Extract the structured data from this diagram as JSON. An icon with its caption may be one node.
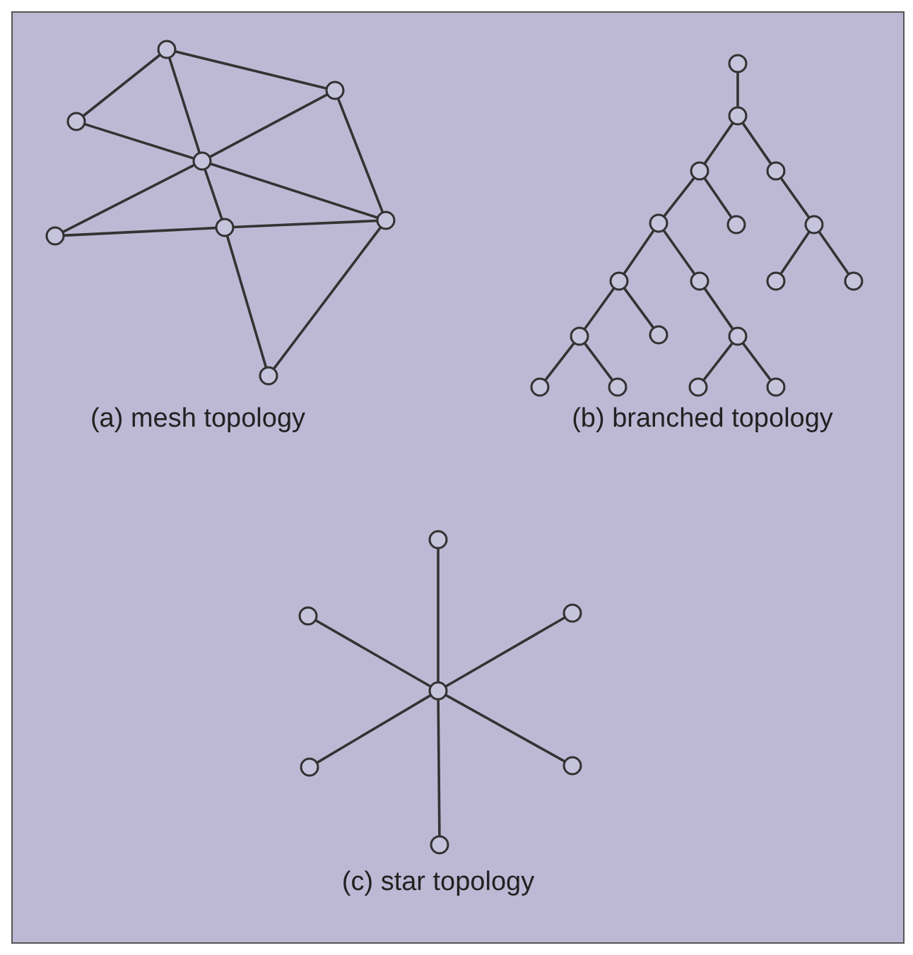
{
  "diagram": {
    "nodes": [
      {
        "text": [],
        "shape": "circle"
      },
      {
        "text": [],
        "shape": "circle"
      },
      {
        "text": [],
        "shape": "circle"
      },
      {
        "text": [],
        "shape": "circle"
      },
      {
        "text": [],
        "shape": "circle"
      },
      {
        "text": [],
        "shape": "circle"
      },
      {
        "text": [],
        "shape": "circle"
      },
      {
        "text": [],
        "shape": "circle"
      },
      {
        "text": [],
        "shape": "circle"
      },
      {
        "text": [],
        "shape": "circle"
      },
      {
        "text": [],
        "shape": "circle"
      },
      {
        "text": [],
        "shape": "circle"
      },
      {
        "text": [],
        "shape": "circle"
      },
      {
        "text": [],
        "shape": "circle"
      },
      {
        "text": [],
        "shape": "circle"
      },
      {
        "text": [],
        "shape": "circle"
      },
      {
        "text": [],
        "shape": "circle"
      },
      {
        "text": [],
        "shape": "circle"
      },
      {
        "text": [],
        "shape": "circle"
      },
      {
        "text": [],
        "shape": "circle"
      },
      {
        "text": [],
        "shape": "circle"
      },
      {
        "text": [],
        "shape": "circle"
      },
      {
        "text": [],
        "shape": "circle"
      },
      {
        "text": [],
        "shape": "circle"
      },
      {
        "text": [],
        "shape": "circle"
      },
      {
        "text": [],
        "shape": "circle"
      },
      {
        "text": [],
        "shape": "circle"
      },
      {
        "text": [],
        "shape": "circle"
      },
      {
        "text": [],
        "shape": "circle"
      },
      {
        "text": [],
        "shape": "circle"
      },
      {
        "text": [],
        "shape": "circle"
      },
      {
        "text": [],
        "shape": "circle"
      },
      {
        "text": [],
        "shape": "circle"
      }
    ],
    "edges": [
      {
        "from": 0,
        "to": 1,
        "arrow": "none"
      },
      {
        "from": 0,
        "to": 2,
        "arrow": "none"
      },
      {
        "from": 0,
        "to": 3,
        "arrow": "none"
      },
      {
        "from": 2,
        "to": 3,
        "arrow": "none"
      },
      {
        "from": 1,
        "to": 3,
        "arrow": "none"
      },
      {
        "from": 3,
        "to": 6,
        "arrow": "none"
      },
      {
        "from": 3,
        "to": 5,
        "arrow": "none"
      },
      {
        "from": 3,
        "to": 4,
        "arrow": "none"
      },
      {
        "from": 1,
        "to": 4,
        "arrow": "none"
      },
      {
        "from": 6,
        "to": 5,
        "arrow": "none"
      },
      {
        "from": 5,
        "to": 4,
        "arrow": "none"
      },
      {
        "from": 5,
        "to": 7,
        "arrow": "none"
      },
      {
        "from": 4,
        "to": 7,
        "arrow": "none"
      },
      {
        "from": 8,
        "to": 9,
        "arrow": "none"
      },
      {
        "from": 9,
        "to": 10,
        "arrow": "none"
      },
      {
        "from": 9,
        "to": 11,
        "arrow": "none"
      },
      {
        "from": 10,
        "to": 12,
        "arrow": "none"
      },
      {
        "from": 10,
        "to": 13,
        "arrow": "none"
      },
      {
        "from": 11,
        "to": 14,
        "arrow": "none"
      },
      {
        "from": 12,
        "to": 15,
        "arrow": "none"
      },
      {
        "from": 12,
        "to": 16,
        "arrow": "none"
      },
      {
        "from": 14,
        "to": 17,
        "arrow": "none"
      },
      {
        "from": 14,
        "to": 18,
        "arrow": "none"
      },
      {
        "from": 15,
        "to": 19,
        "arrow": "none"
      },
      {
        "from": 15,
        "to": 20,
        "arrow": "none"
      },
      {
        "from": 16,
        "to": 21,
        "arrow": "none"
      },
      {
        "from": 19,
        "to": 22,
        "arrow": "none"
      },
      {
        "from": 19,
        "to": 23,
        "arrow": "none"
      },
      {
        "from": 21,
        "to": 24,
        "arrow": "none"
      },
      {
        "from": 21,
        "to": 25,
        "arrow": "none"
      },
      {
        "from": 29,
        "to": 26,
        "arrow": "none"
      },
      {
        "from": 29,
        "to": 27,
        "arrow": "none"
      },
      {
        "from": 29,
        "to": 28,
        "arrow": "none"
      },
      {
        "from": 29,
        "to": 30,
        "arrow": "none"
      },
      {
        "from": 29,
        "to": 31,
        "arrow": "none"
      },
      {
        "from": 29,
        "to": 32,
        "arrow": "none"
      }
    ],
    "labels": [
      "(a) mesh topology",
      "(b) branched topology",
      "(c) star topology"
    ]
  }
}
